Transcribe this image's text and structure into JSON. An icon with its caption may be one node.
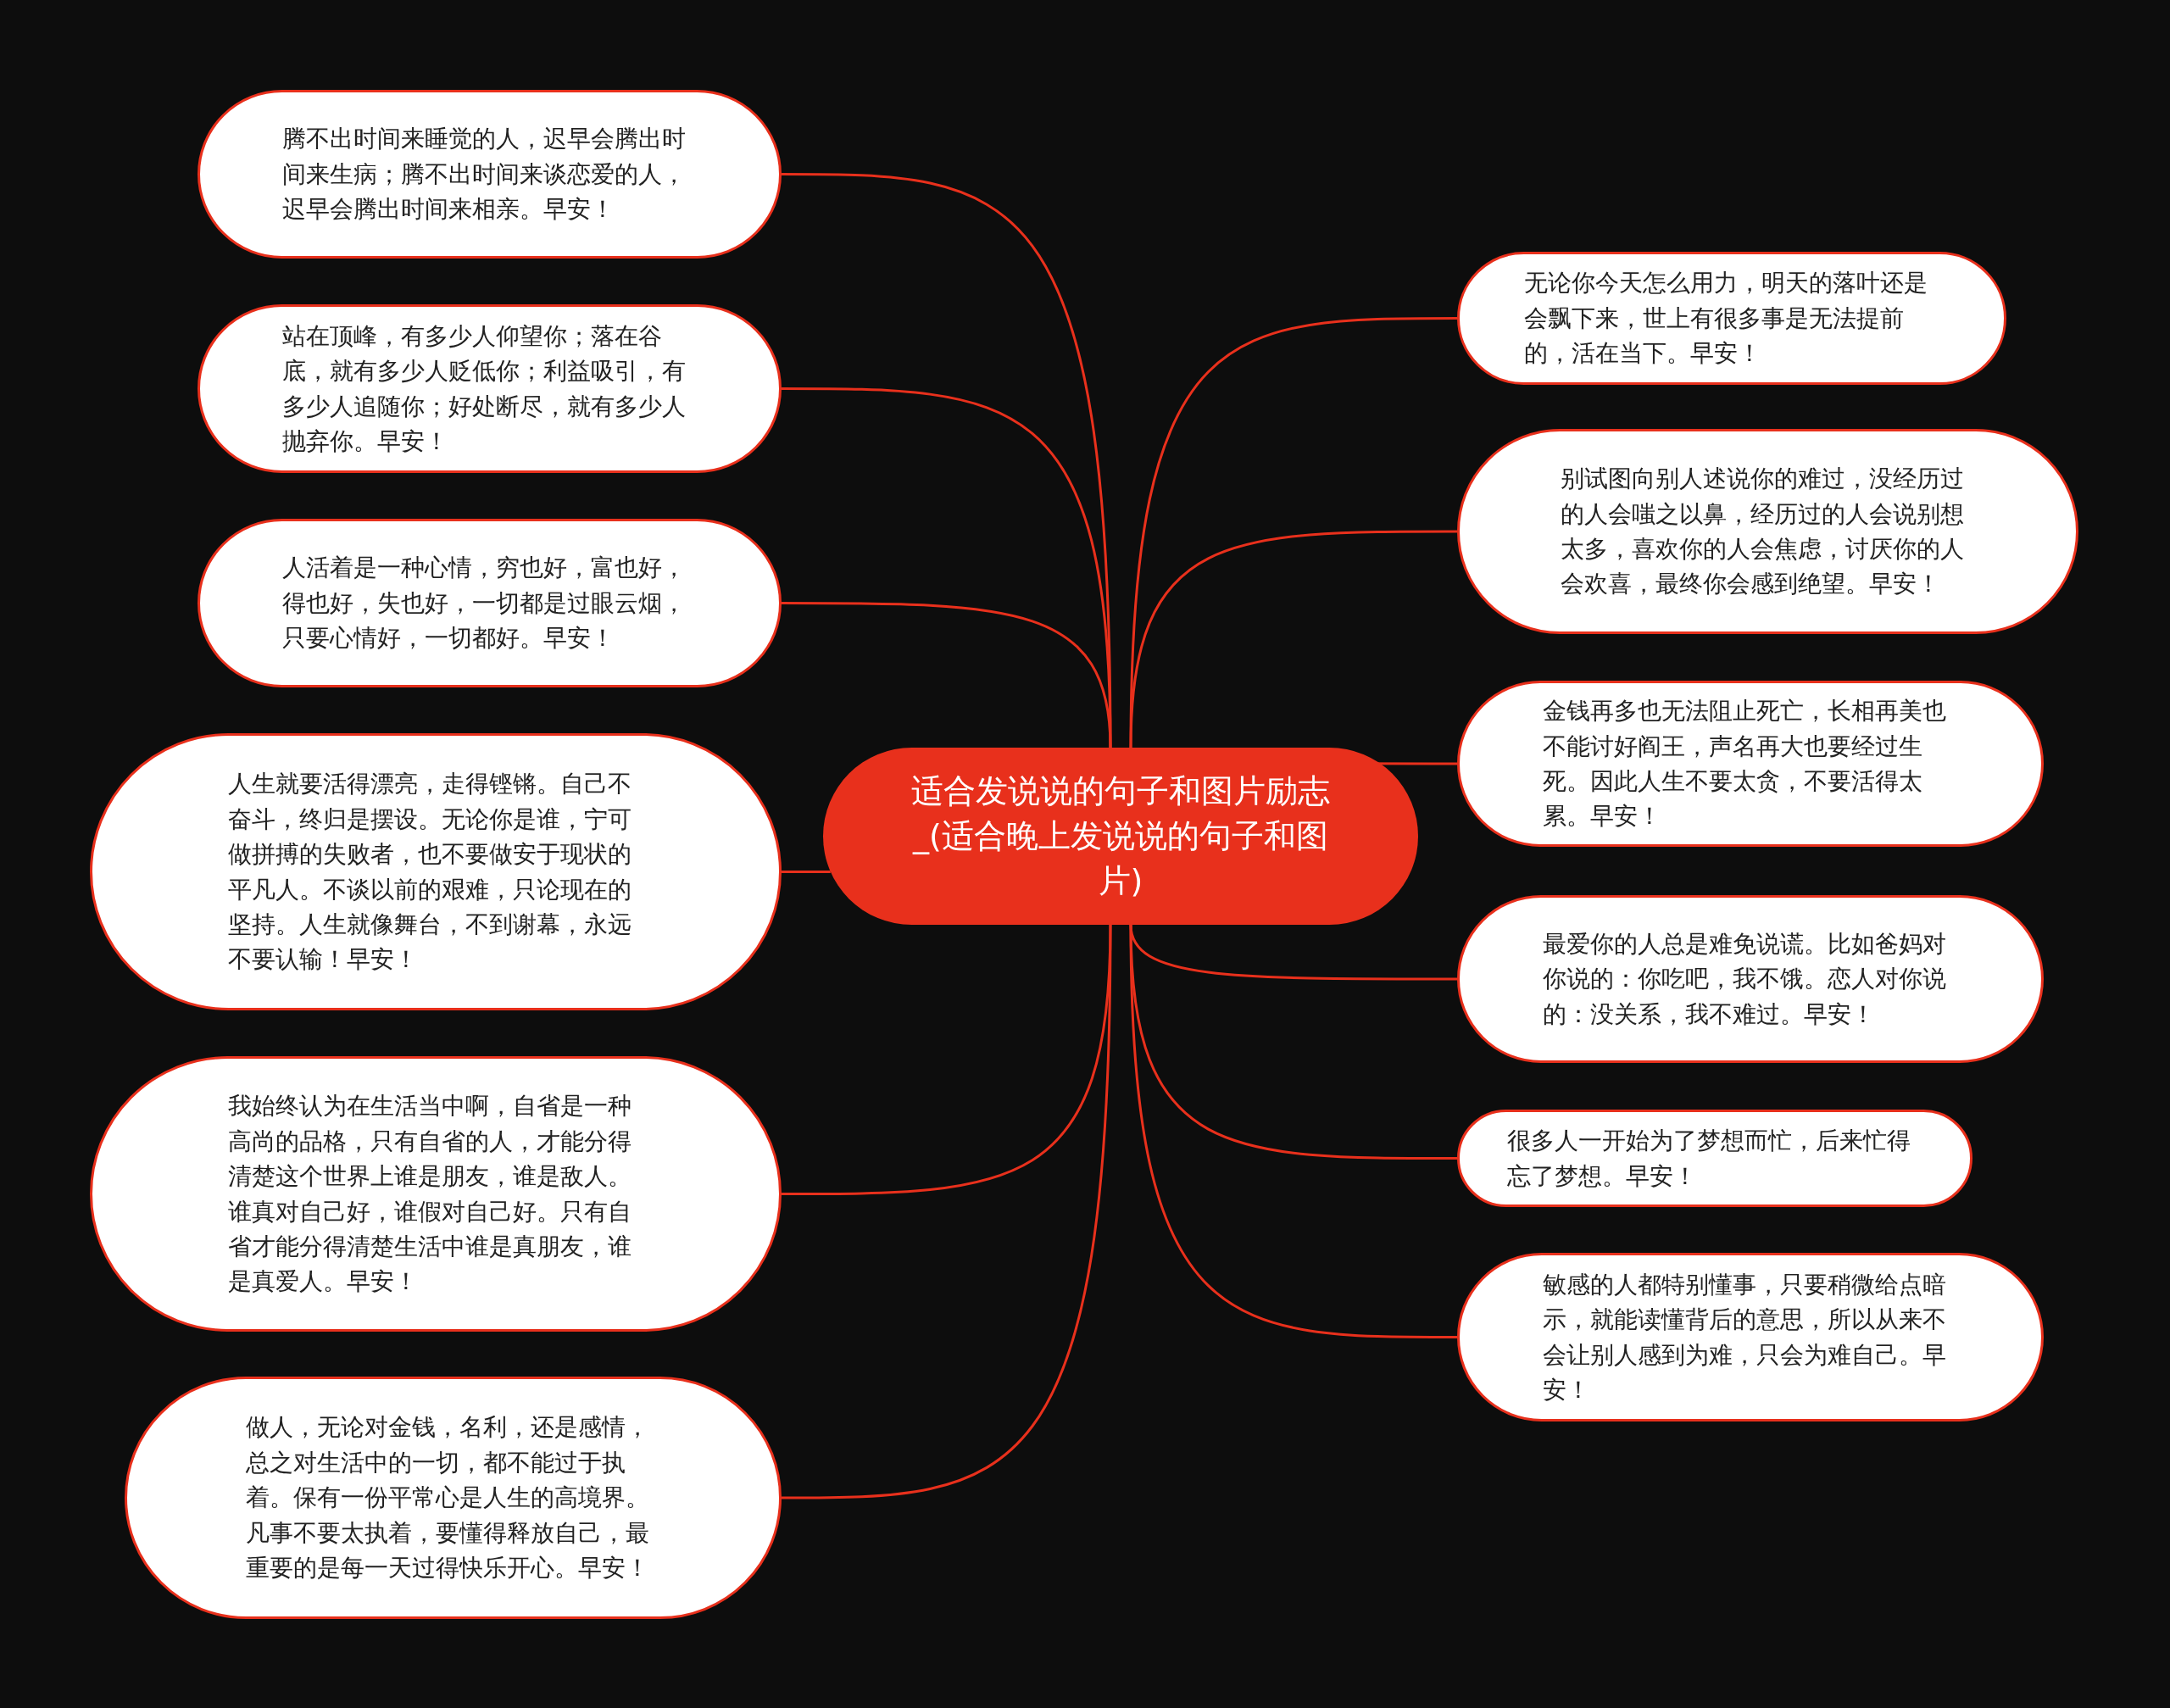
{
  "diagram": {
    "nodes": [
      {
        "text": [
          "适合发说说的句子和图片励志_(适合晚上发说说的句子和图片)"
        ]
      },
      {
        "text": [
          "腾不出时间来睡觉的人，迟早会腾出时间来生病；腾不出时间来谈恋爱的人，迟早会腾出时间来相亲。早安！"
        ]
      },
      {
        "text": [
          "站在顶峰，有多少人仰望你；落在谷底，就有多少人贬低你；利益吸引，有多少人追随你；好处断尽，就有多少人抛弃你。早安！"
        ]
      },
      {
        "text": [
          "人活着是一种心情，穷也好，富也好，得也好，失也好，一切都是过眼云烟，只要心情好，一切都好。早安！"
        ]
      },
      {
        "text": [
          "人生就要活得漂亮，走得铿锵。自己不奋斗，终归是摆设。无论你是谁，宁可做拼搏的失败者，也不要做安于现状的平凡人。不谈以前的艰难，只论现在的坚持。人生就像舞台，不到谢幕，永远不要认输！早安！"
        ]
      },
      {
        "text": [
          "我始终认为在生活当中啊，自省是一种高尚的品格，只有自省的人，才能分得清楚这个世界上谁是朋友，谁是敌人。谁真对自己好，谁假对自己好。只有自省才能分得清楚生活中谁是真朋友，谁是真爱人。早安！"
        ]
      },
      {
        "text": [
          "做人，无论对金钱，名利，还是感情，总之对生活中的一切，都不能过于执着。保有一份平常心是人生的高境界。凡事不要太执着，要懂得释放自己，最重要的是每一天过得快乐开心。早安！"
        ]
      },
      {
        "text": [
          "无论你今天怎么用力，明天的落叶还是会飘下来，世上有很多事是无法提前的，活在当下。早安！"
        ]
      },
      {
        "text": [
          "别试图向别人述说你的难过，没经历过的人会嗤之以鼻，经历过的人会说别想太多，喜欢你的人会焦虑，讨厌你的人会欢喜，最终你会感到绝望。早安！"
        ]
      },
      {
        "text": [
          "金钱再多也无法阻止死亡，长相再美也不能讨好阎王，声名再大也要经过生死。因此人生不要太贪，不要活得太累。早安！"
        ]
      },
      {
        "text": [
          "最爱你的人总是难免说谎。比如爸妈对你说的：你吃吧，我不饿。恋人对你说的：没关系，我不难过。早安！"
        ]
      },
      {
        "text": [
          "很多人一开始为了梦想而忙，后来忙得忘了梦想。早安！"
        ]
      },
      {
        "text": [
          "敏感的人都特别懂事，只要稍微给点暗示，就能读懂背后的意思，所以从来不会让别人感到为难，只会为难自己。早安！"
        ]
      }
    ],
    "edges": [
      {
        "from": 0,
        "to": 1,
        "arrow": "none"
      },
      {
        "from": 0,
        "to": 2,
        "arrow": "none"
      },
      {
        "from": 0,
        "to": 3,
        "arrow": "none"
      },
      {
        "from": 0,
        "to": 4,
        "arrow": "none"
      },
      {
        "from": 0,
        "to": 5,
        "arrow": "none"
      },
      {
        "from": 0,
        "to": 6,
        "arrow": "none"
      },
      {
        "from": 0,
        "to": 7,
        "arrow": "none"
      },
      {
        "from": 0,
        "to": 8,
        "arrow": "none"
      },
      {
        "from": 0,
        "to": 9,
        "arrow": "none"
      },
      {
        "from": 0,
        "to": 10,
        "arrow": "none"
      },
      {
        "from": 0,
        "to": 11,
        "arrow": "none"
      },
      {
        "from": 0,
        "to": 12,
        "arrow": "none"
      }
    ]
  }
}
